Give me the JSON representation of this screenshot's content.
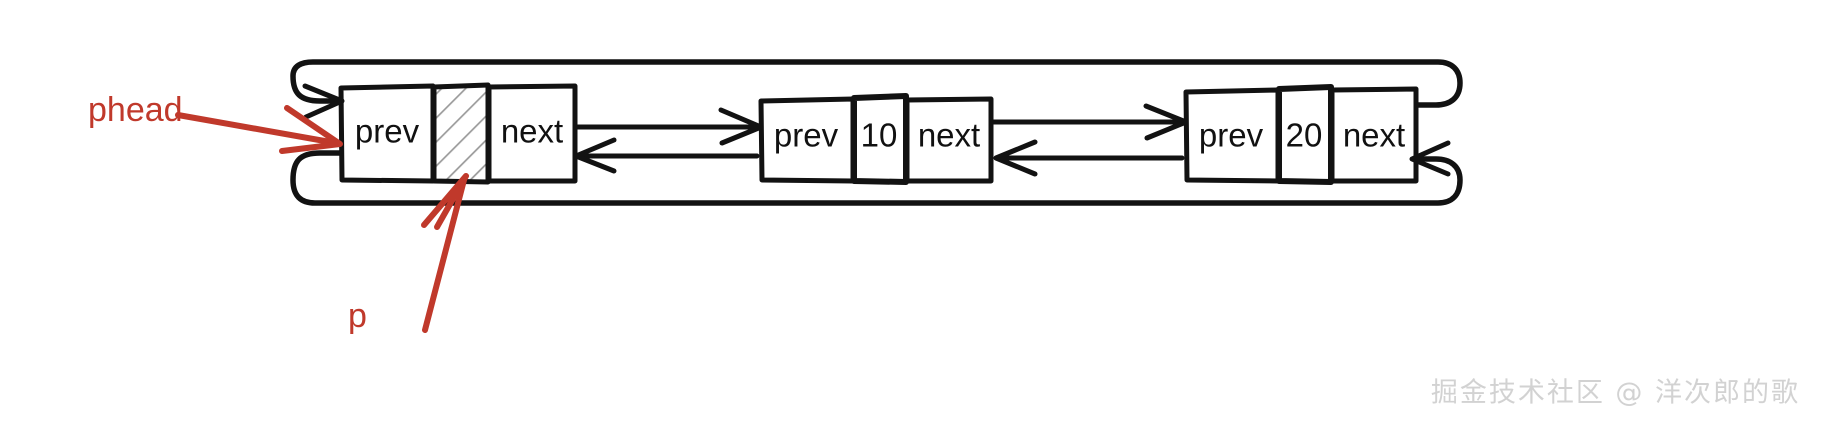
{
  "diagram": {
    "title": "circular-doubly-linked-list",
    "style": "hand-drawn-whiteboard",
    "background_color": "#ffffff",
    "line_color": "#121212",
    "pointer_color": "#c0392b",
    "hatch_color": "#9a9a9a",
    "nodes": [
      {
        "id": "sentinel",
        "role": "head-sentinel",
        "prev_label": "prev",
        "data_label": "",
        "data_is_hatched": true,
        "next_label": "next"
      },
      {
        "id": "node-10",
        "role": "data-node",
        "prev_label": "prev",
        "data_label": "10",
        "data_is_hatched": false,
        "next_label": "next"
      },
      {
        "id": "node-20",
        "role": "data-node",
        "prev_label": "prev",
        "data_label": "20",
        "data_is_hatched": false,
        "next_label": "next"
      }
    ],
    "pointers": [
      {
        "id": "phead",
        "label": "phead",
        "target": "sentinel-left-edge",
        "color": "#c0392b"
      },
      {
        "id": "p",
        "label": "p",
        "target": "sentinel-data-cell",
        "color": "#c0392b"
      }
    ],
    "links": [
      {
        "from": "sentinel",
        "to": "node-10",
        "direction": "next"
      },
      {
        "from": "node-10",
        "to": "sentinel",
        "direction": "prev"
      },
      {
        "from": "node-10",
        "to": "node-20",
        "direction": "next"
      },
      {
        "from": "node-20",
        "to": "node-10",
        "direction": "prev"
      },
      {
        "from": "node-20",
        "to": "sentinel",
        "direction": "next-wrap"
      },
      {
        "from": "sentinel",
        "to": "node-20",
        "direction": "prev-wrap"
      }
    ]
  },
  "watermark": {
    "text": "掘金技术社区 @ 洋次郎的歌",
    "color": "#d2d2d2"
  }
}
